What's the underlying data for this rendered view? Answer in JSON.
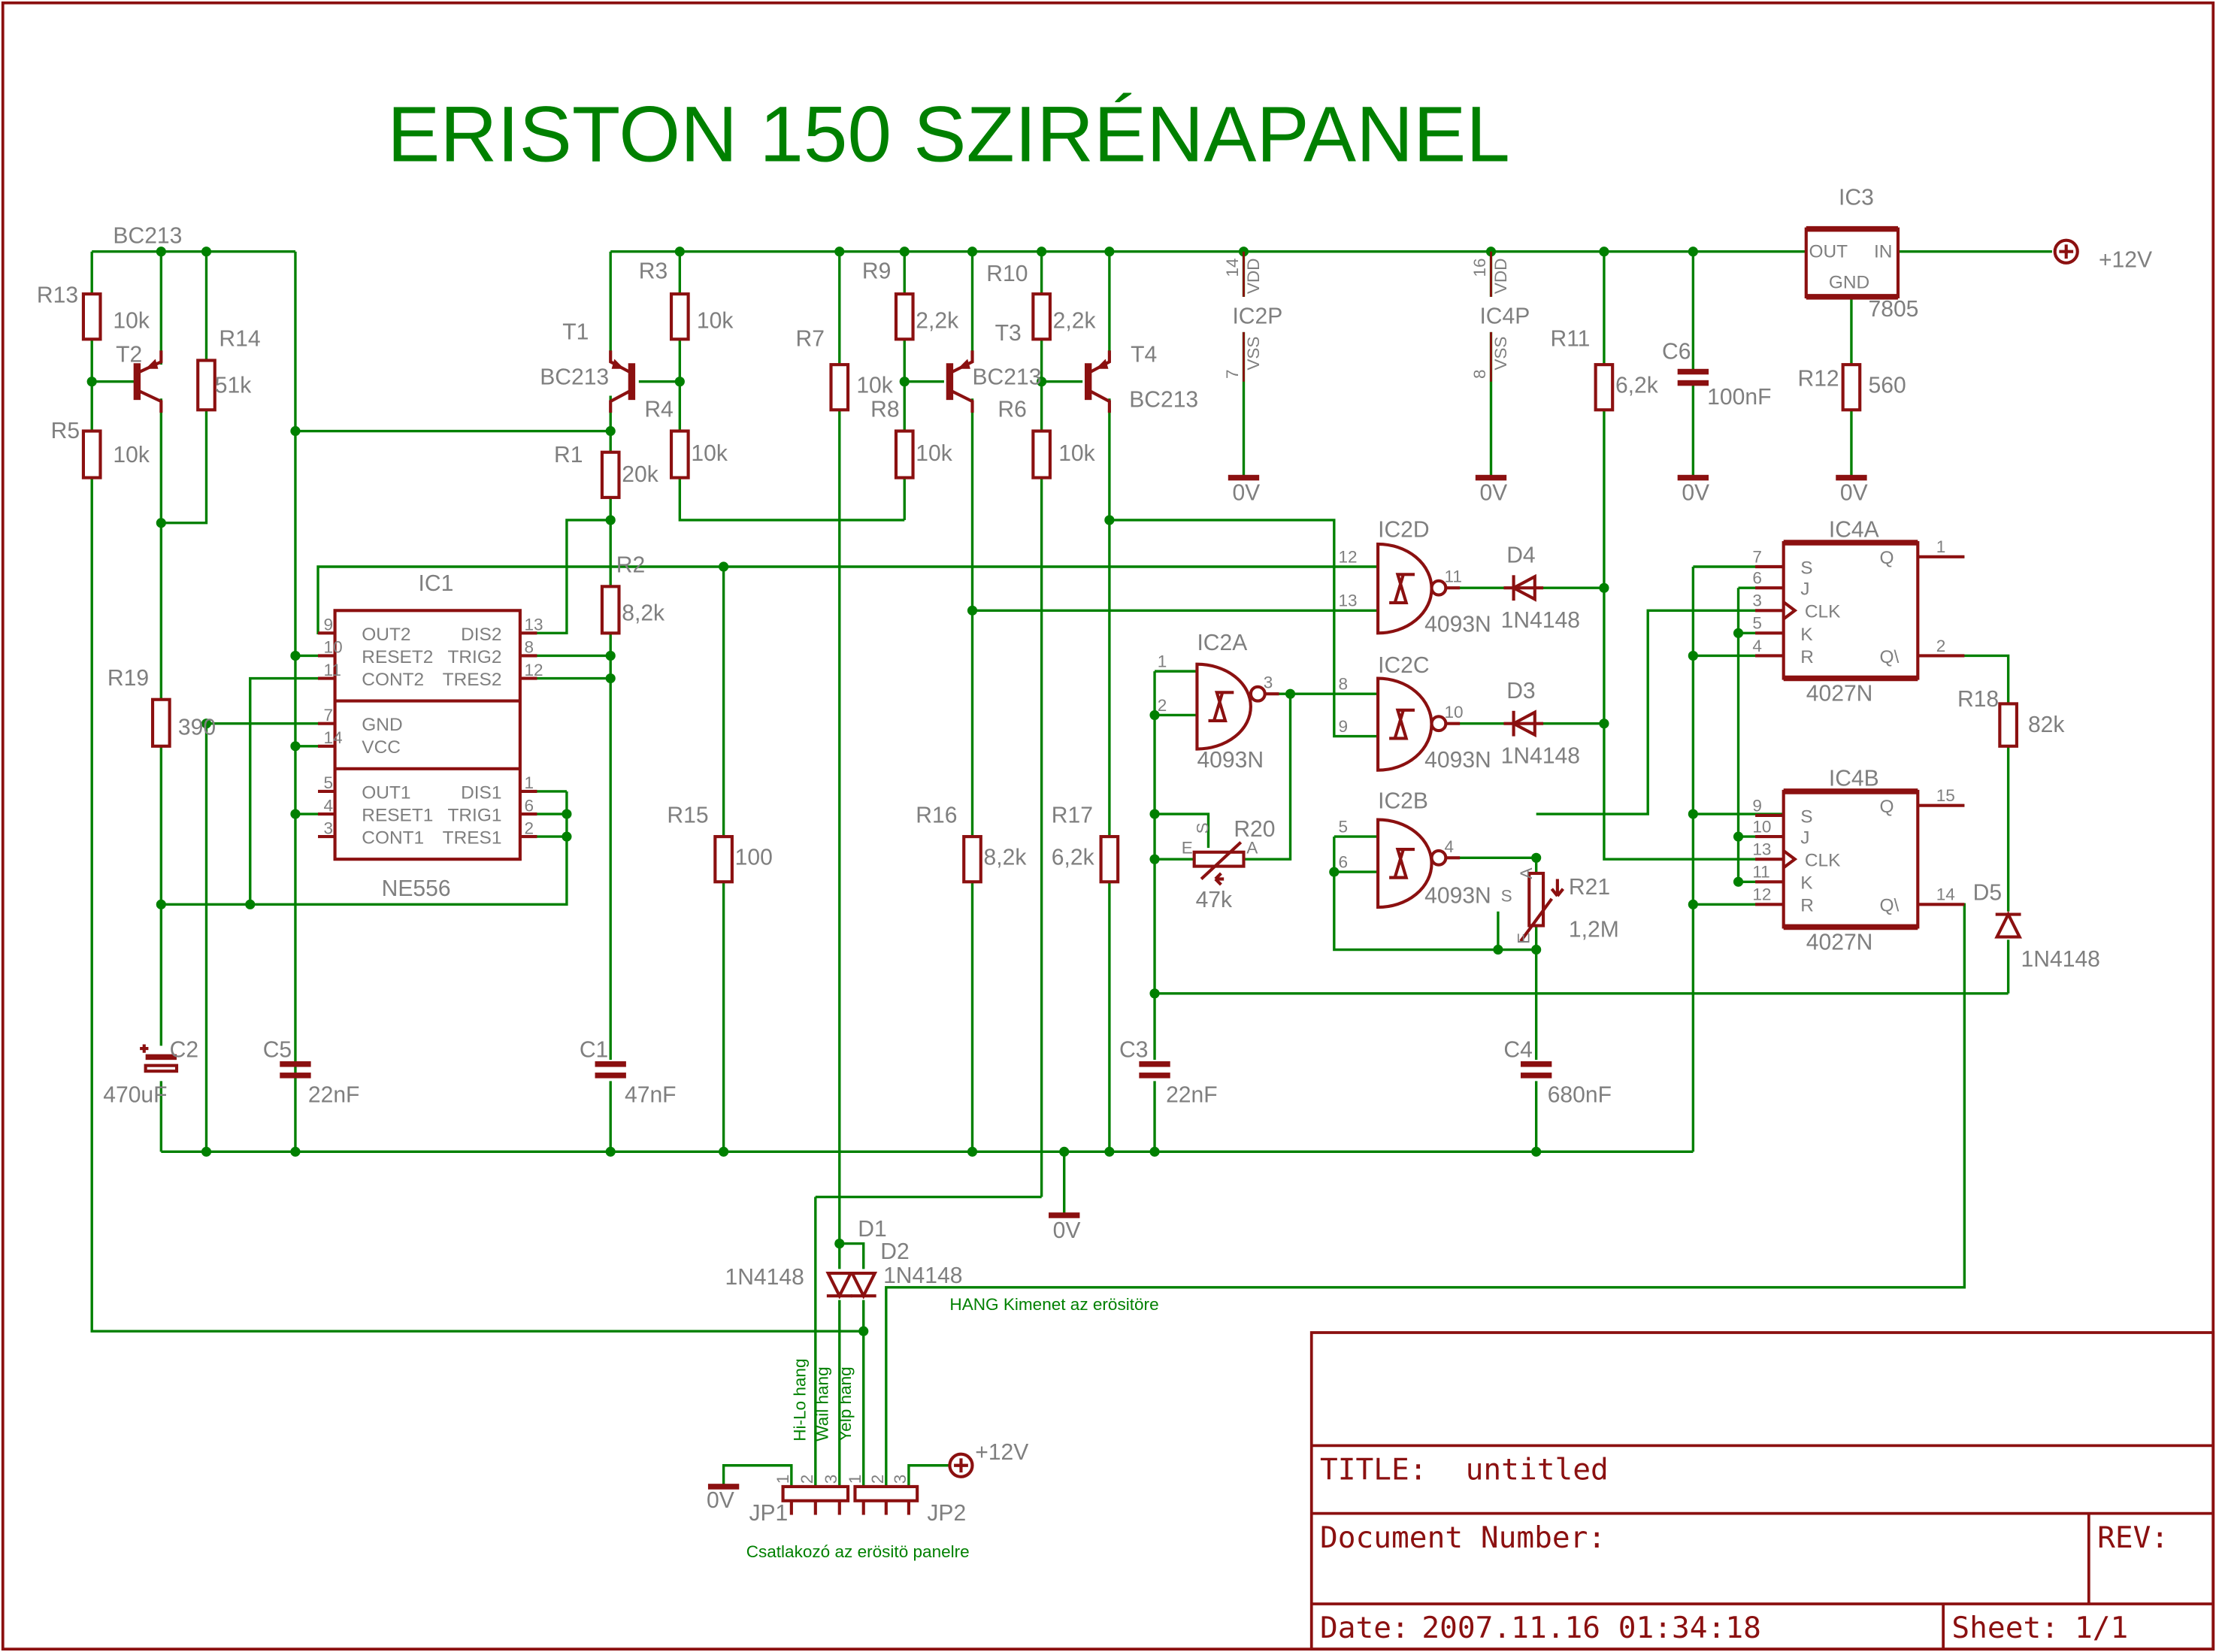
{
  "title": "ERISTON 150 SZIRÉNAPANEL",
  "colors": {
    "wire": "#008000",
    "symbol": "#8b1010",
    "label": "#7f7f7f",
    "title": "#008000"
  },
  "supply": {
    "gnd": "0V",
    "vplus": "+12V"
  },
  "components": {
    "R13": {
      "name": "R13",
      "value": "10k"
    },
    "R5": {
      "name": "R5",
      "value": "10k"
    },
    "R14": {
      "name": "R14",
      "value": "51k"
    },
    "R19": {
      "name": "R19",
      "value": "390"
    },
    "T2": {
      "name": "T2",
      "value": "BC213"
    },
    "C2": {
      "name": "C2",
      "value": "470uF"
    },
    "C5": {
      "name": "C5",
      "value": "22nF"
    },
    "IC1": {
      "name": "IC1",
      "value": "NE556"
    },
    "R3": {
      "name": "R3",
      "value": "10k"
    },
    "T1": {
      "name": "T1",
      "value": "BC213"
    },
    "R4": {
      "name": "R4",
      "value": "10k"
    },
    "R1": {
      "name": "R1",
      "value": "20k"
    },
    "R2": {
      "name": "R2",
      "value": "8,2k"
    },
    "C1": {
      "name": "C1",
      "value": "47nF"
    },
    "R15": {
      "name": "R15",
      "value": "100"
    },
    "R7": {
      "name": "R7",
      "value": "10k"
    },
    "R9": {
      "name": "R9",
      "value": "2,2k"
    },
    "R8": {
      "name": "R8",
      "value": "10k"
    },
    "T3": {
      "name": "T3",
      "value": "BC213"
    },
    "R16": {
      "name": "R16",
      "value": "8,2k"
    },
    "R10": {
      "name": "R10",
      "value": "2,2k"
    },
    "R6": {
      "name": "R6",
      "value": "10k"
    },
    "T4": {
      "name": "T4",
      "value": "BC213"
    },
    "R17": {
      "name": "R17",
      "value": "6,2k"
    },
    "C3": {
      "name": "C3",
      "value": "22nF"
    },
    "IC2P": {
      "name": "IC2P",
      "vdd": "VDD",
      "vss": "VSS",
      "vdd_pin": "14",
      "vss_pin": "7"
    },
    "IC4P": {
      "name": "IC4P",
      "vdd": "VDD",
      "vss": "VSS",
      "vdd_pin": "16",
      "vss_pin": "8"
    },
    "R11": {
      "name": "R11",
      "value": "6,2k"
    },
    "C6": {
      "name": "C6",
      "value": "100nF"
    },
    "IC3": {
      "name": "IC3",
      "value": "7805",
      "pin_out": "OUT",
      "pin_in": "IN",
      "pin_gnd": "GND"
    },
    "R12": {
      "name": "R12",
      "value": "560"
    },
    "IC2D": {
      "name": "IC2D",
      "value": "4093N",
      "pins": [
        "12",
        "13",
        "11"
      ]
    },
    "IC2C": {
      "name": "IC2C",
      "value": "4093N",
      "pins": [
        "8",
        "9",
        "10"
      ]
    },
    "IC2A": {
      "name": "IC2A",
      "value": "4093N",
      "pins": [
        "1",
        "2",
        "3"
      ]
    },
    "IC2B": {
      "name": "IC2B",
      "value": "4093N",
      "pins": [
        "5",
        "6",
        "4"
      ]
    },
    "D4": {
      "name": "D4",
      "value": "1N4148"
    },
    "D3": {
      "name": "D3",
      "value": "1N4148"
    },
    "R20": {
      "name": "R20",
      "value": "47k",
      "pins": [
        "S",
        "E",
        "A"
      ]
    },
    "R21": {
      "name": "R21",
      "value": "1,2M",
      "pins": [
        "S",
        "E",
        "A"
      ]
    },
    "C4": {
      "name": "C4",
      "value": "680nF"
    },
    "IC4A": {
      "name": "IC4A",
      "value": "4027N",
      "left": [
        [
          "7",
          "S"
        ],
        [
          "6",
          "J"
        ],
        [
          "3",
          "CLK"
        ],
        [
          "5",
          "K"
        ],
        [
          "4",
          "R"
        ]
      ],
      "right": [
        [
          "1",
          "Q"
        ],
        [
          "2",
          "Q\\"
        ]
      ]
    },
    "IC4B": {
      "name": "IC4B",
      "value": "4027N",
      "left": [
        [
          "9",
          "S"
        ],
        [
          "10",
          "J"
        ],
        [
          "13",
          "CLK"
        ],
        [
          "11",
          "K"
        ],
        [
          "12",
          "R"
        ]
      ],
      "right": [
        [
          "15",
          "Q"
        ],
        [
          "14",
          "Q\\"
        ]
      ]
    },
    "R18": {
      "name": "R18",
      "value": "82k"
    },
    "D5": {
      "name": "D5",
      "value": "1N4148"
    },
    "D1": {
      "name": "D1",
      "value": "1N4148"
    },
    "D2": {
      "name": "D2",
      "value": "1N4148"
    },
    "JP1": {
      "name": "JP1",
      "pins": [
        "1",
        "2",
        "3"
      ]
    },
    "JP2": {
      "name": "JP2",
      "pins": [
        "1",
        "2",
        "3"
      ]
    }
  },
  "ic1_pins": {
    "left": [
      [
        "9",
        "OUT2"
      ],
      [
        "10",
        "RESET2"
      ],
      [
        "11",
        "CONT2"
      ],
      [
        "7",
        "GND"
      ],
      [
        "14",
        "VCC"
      ],
      [
        "5",
        "OUT1"
      ],
      [
        "4",
        "RESET1"
      ],
      [
        "3",
        "CONT1"
      ]
    ],
    "right": [
      [
        "13",
        "DIS2"
      ],
      [
        "8",
        "TRIG2"
      ],
      [
        "12",
        "TRES2"
      ],
      [
        "1",
        "DIS1"
      ],
      [
        "6",
        "TRIG1"
      ],
      [
        "2",
        "TRES1"
      ]
    ]
  },
  "notes": {
    "hilo": "Hi-Lo hang",
    "wail": "Wail hang",
    "yelp": "Yelp hang",
    "output": "HANG Kimenet az erösitöre",
    "connector": "Csatlakozó az erösitö panelre"
  },
  "titleblock": {
    "title_label": "TITLE:",
    "title_value": "untitled",
    "docnum_label": "Document Number:",
    "rev_label": "REV:",
    "date_label": "Date:",
    "date_value": "2007.11.16 01:34:18",
    "sheet_label": "Sheet:",
    "sheet_value": "1/1"
  }
}
